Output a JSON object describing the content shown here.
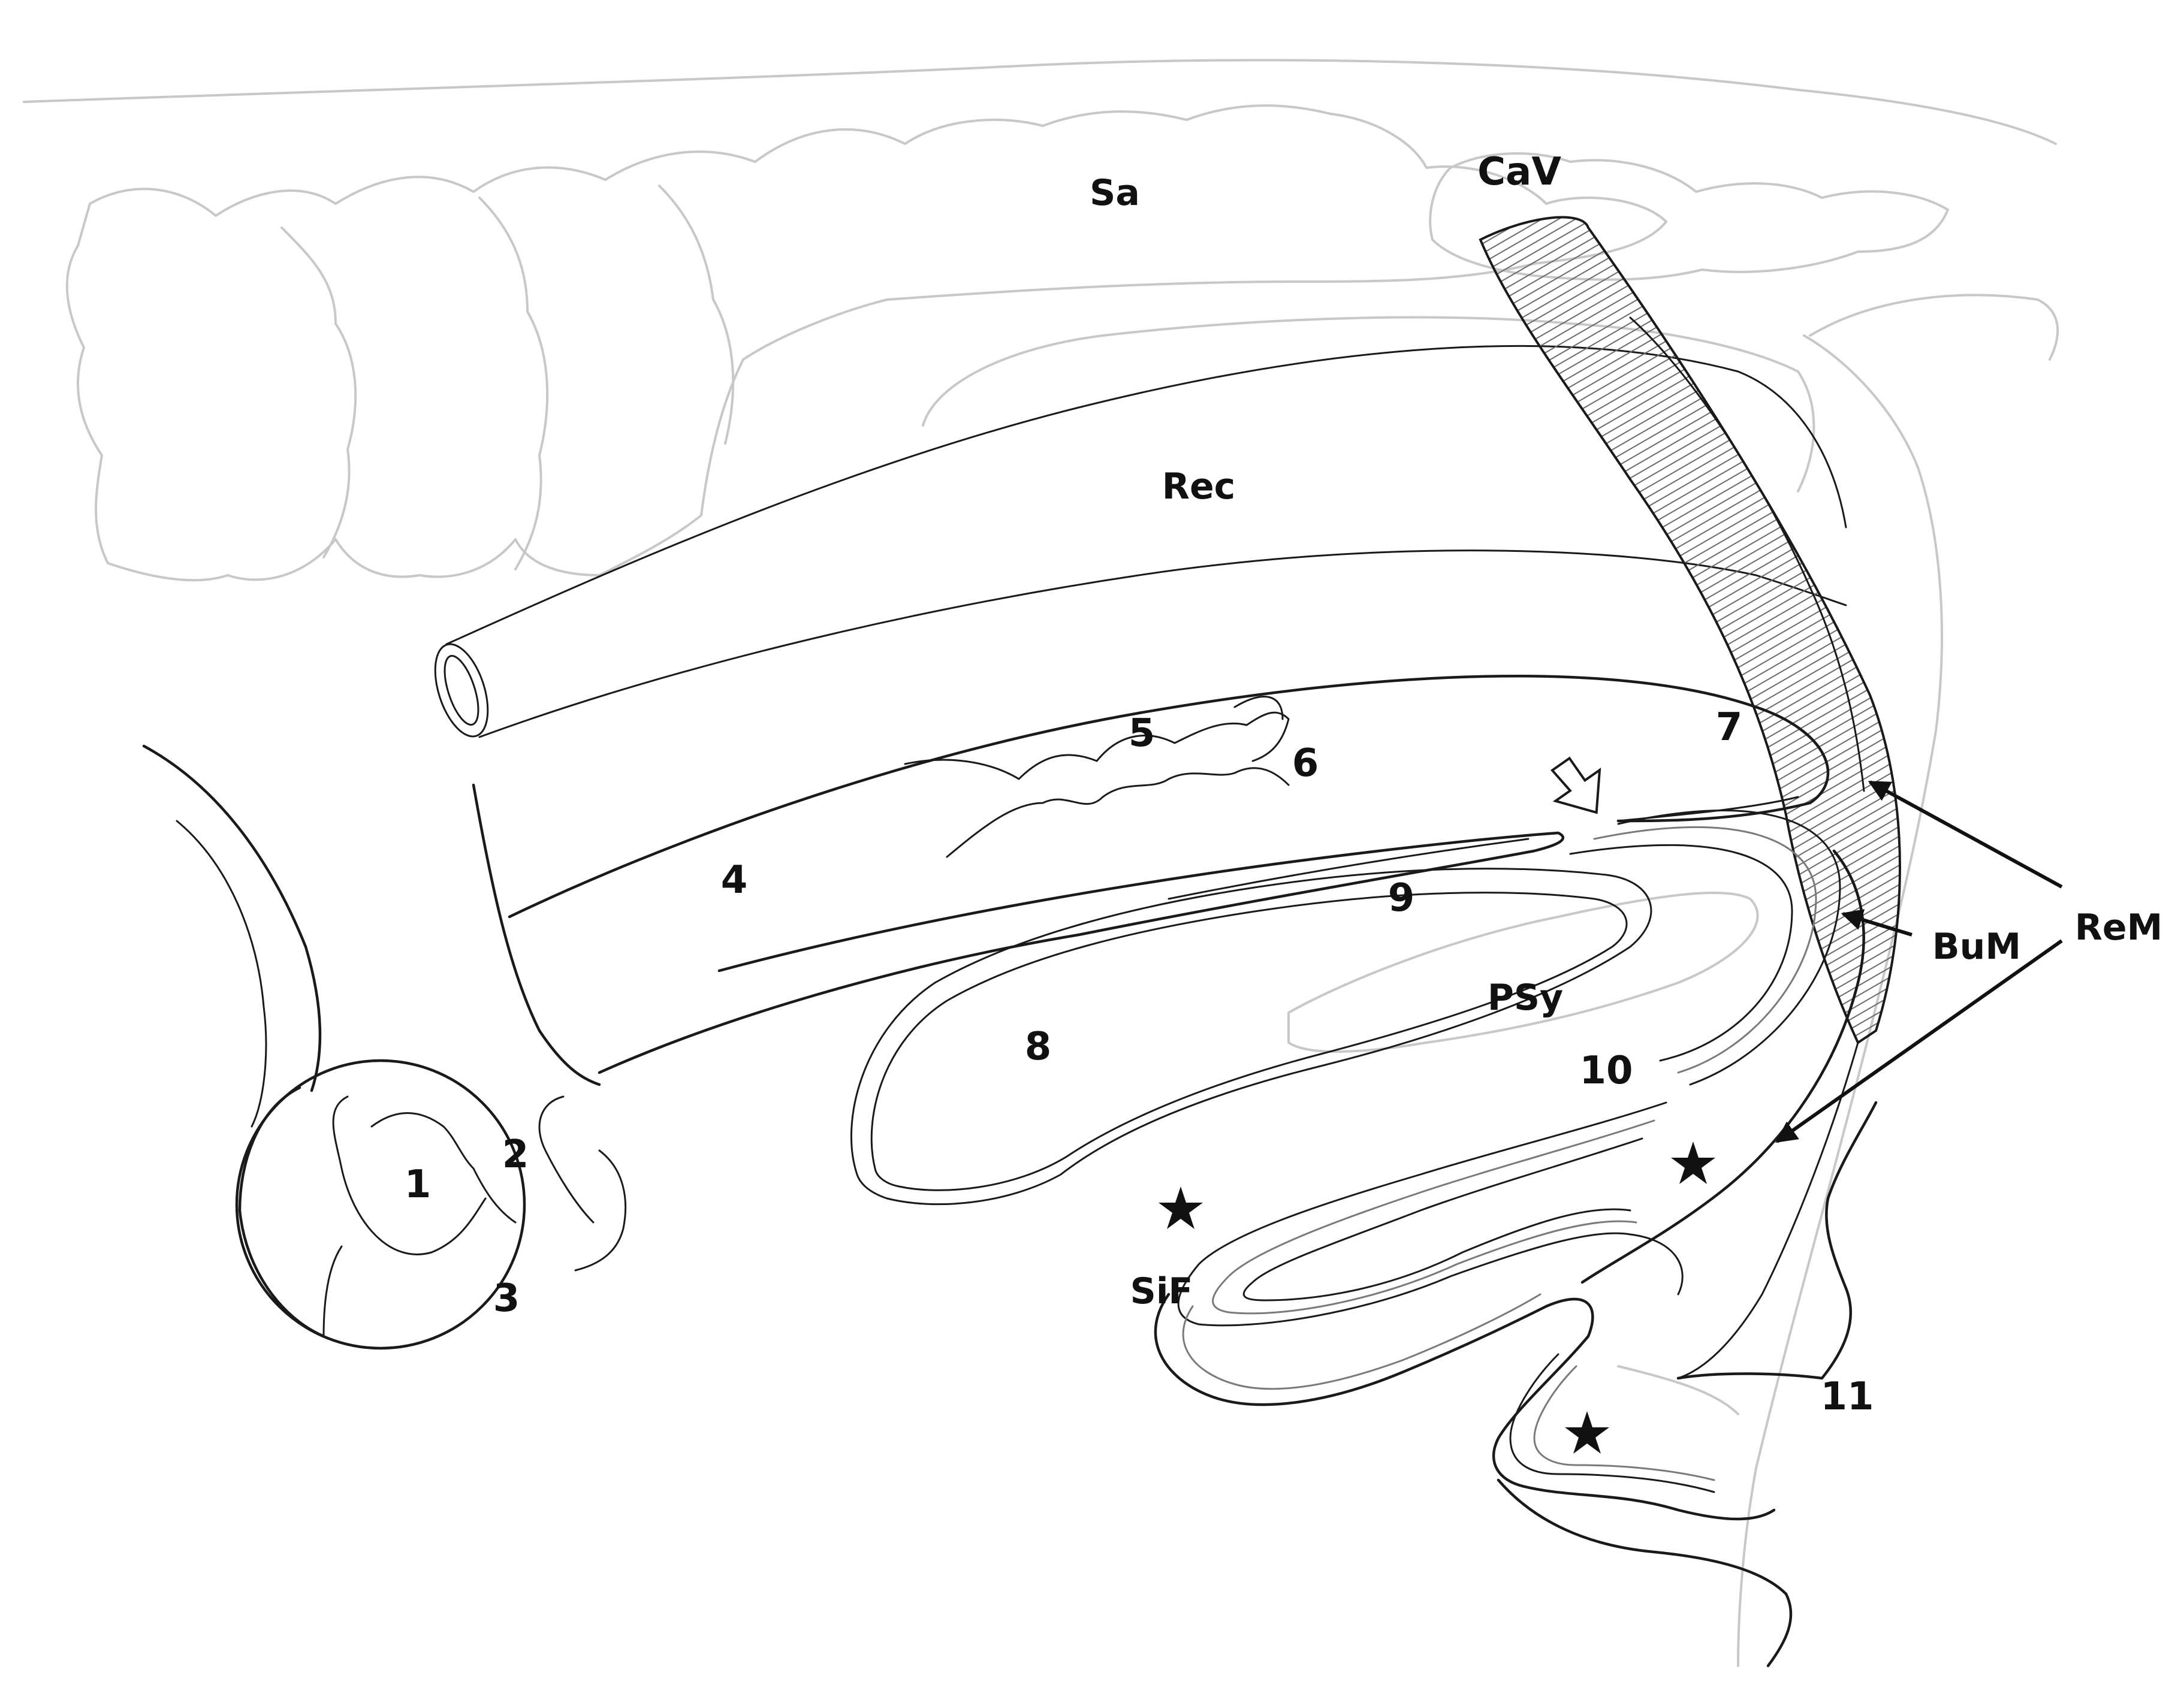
{
  "labels": {
    "sa": "Sa",
    "cav": "CaV",
    "rec": "Rec",
    "n1": "1",
    "n2": "2",
    "n3": "3",
    "n4": "4",
    "n5": "5",
    "n6": "6",
    "n7": "7",
    "n8": "8",
    "n9": "9",
    "n10": "10",
    "n11": "11",
    "psy": "PSy",
    "sif": "SiF",
    "bum": "BuM",
    "rem": "ReM"
  },
  "colors": {
    "ink": "#1a1a1a",
    "ghost_outline": "#c8c8c8",
    "background": "#ffffff"
  }
}
